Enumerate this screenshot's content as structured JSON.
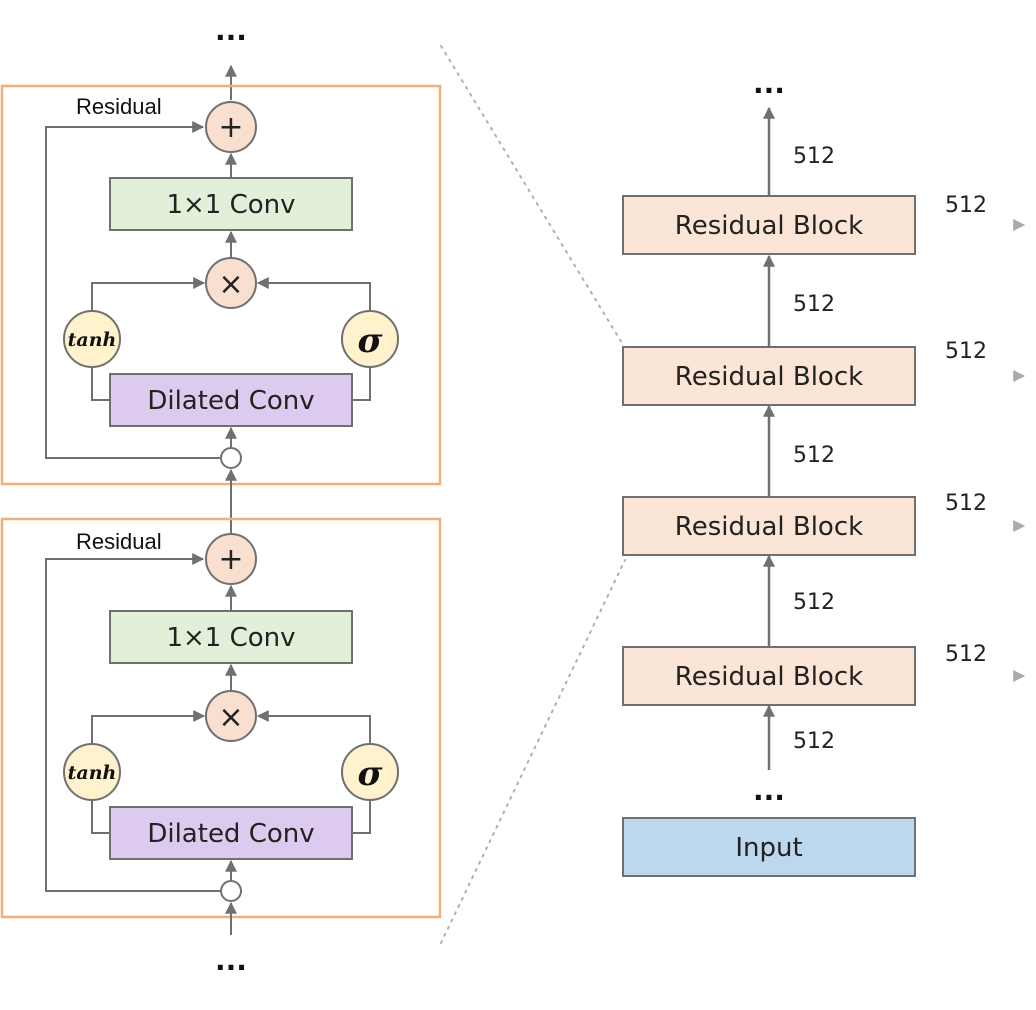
{
  "diagram": {
    "ellipsis": "...",
    "detail": {
      "residual_label": "Residual",
      "conv1x1_label": "1×1 Conv",
      "dilated_label": "Dilated Conv",
      "tanh_label": "tanh",
      "sigma_label": "σ",
      "add_symbol": "+",
      "mul_symbol": "×"
    },
    "stack": {
      "block_label": "Residual Block",
      "input_label": "Input",
      "channel_label": "512"
    }
  },
  "colors": {
    "frame": "#f0b07a",
    "conv1x1_fill": "#e2efd9",
    "dilated_fill": "#dccbee",
    "gate_fill": "#fff2cc",
    "op_fill": "#f9dfcf",
    "block_fill": "#fbe5d6",
    "input_fill": "#bdd7ee",
    "arrow": "#707070"
  }
}
